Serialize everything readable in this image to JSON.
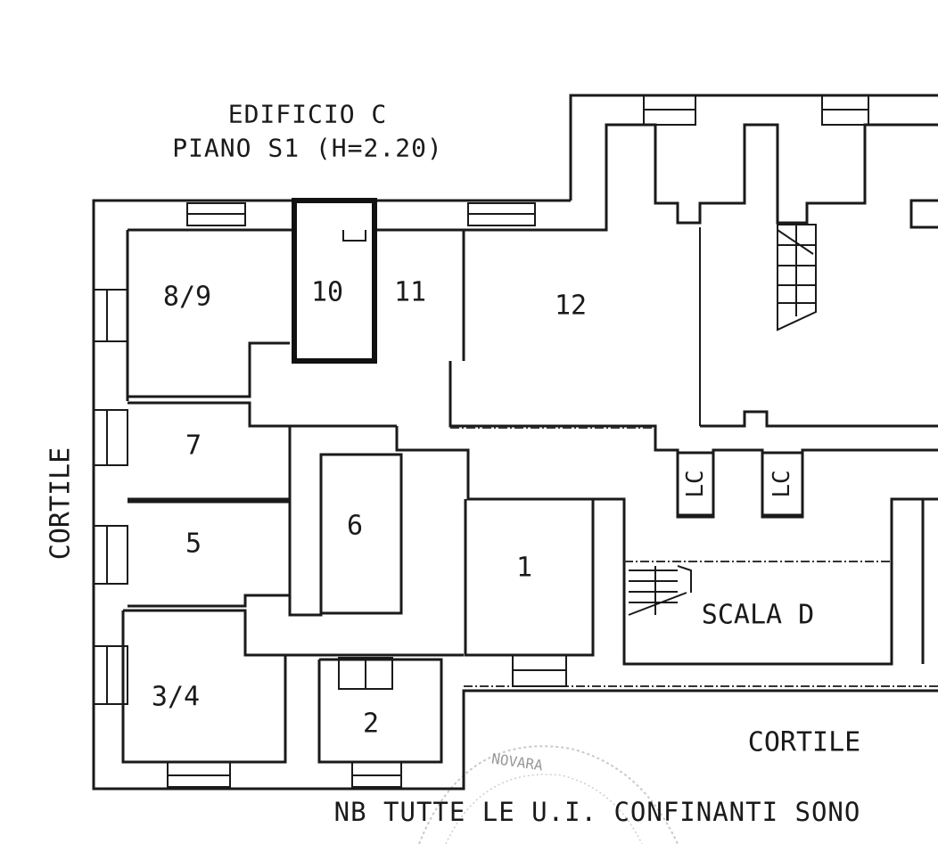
{
  "title": {
    "line1": "EDIFICIO C",
    "line2": "PIANO S1 (H=2.20)"
  },
  "rooms": {
    "r89": "8/9",
    "r10": "10",
    "r11": "11",
    "r12": "12",
    "r7": "7",
    "r6": "6",
    "r5": "5",
    "r1": "1",
    "r34": "3/4",
    "r2": "2",
    "lc1": "LC",
    "lc2": "LC"
  },
  "labels": {
    "scala": "SCALA D",
    "cortile_left": "CORTILE",
    "cortile_bottom": "CORTILE"
  },
  "note": "NB TUTTE LE U.I. CONFINANTI SONO",
  "stamp_text": "NOVARA",
  "highlight_unit": "10"
}
